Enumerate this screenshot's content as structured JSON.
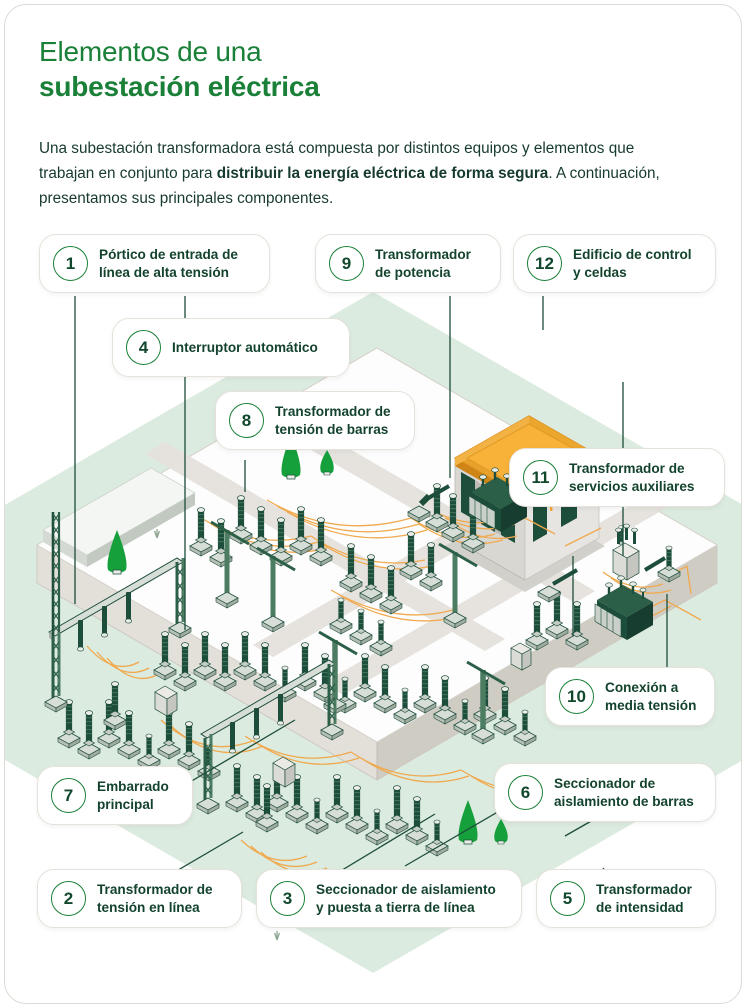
{
  "header": {
    "title_line1": "Elementos de una",
    "title_line2": "subestación eléctrica",
    "title_color": "#1a8038"
  },
  "intro": {
    "part1": "Una subestación transformadora está compuesta por distintos equipos y elementos que trabajan en conjunto para ",
    "bold": "distribuir la energía eléctrica de forma segura",
    "part2": ". A continuación, presentamos sus principales componentes.",
    "text_color": "#163a2c"
  },
  "illustration": {
    "type": "isometric-electrical-substation",
    "ground_color": "#dcebdf",
    "yard_color": "#fdfdfd",
    "road_color": "#e3e0da",
    "equipment_color": "#1d4d3b",
    "metal_color": "#cfd6cf",
    "wire_color": "#f0a94e",
    "tree_color": "#15a03c",
    "building_roof_color": "#f5a72c",
    "building_wall_color": "#e4e3df",
    "building_window_color": "#1d4d3b"
  },
  "callouts": [
    {
      "number": "1",
      "label": "Pórtico de entrada de\nlínea de alta tensión"
    },
    {
      "number": "2",
      "label": "Transformador de\ntensión en línea"
    },
    {
      "number": "3",
      "label": "Seccionador de aislamiento\ny puesta a tierra de línea"
    },
    {
      "number": "4",
      "label": "Interruptor automático"
    },
    {
      "number": "5",
      "label": "Transformador\nde intensidad"
    },
    {
      "number": "6",
      "label": "Seccionador de\naislamiento de barras"
    },
    {
      "number": "7",
      "label": "Embarrado\nprincipal"
    },
    {
      "number": "8",
      "label": "Transformador de\ntensión de barras"
    },
    {
      "number": "9",
      "label": "Transformador\nde potencia"
    },
    {
      "number": "10",
      "label": "Conexión a\nmedia tensión"
    },
    {
      "number": "11",
      "label": "Transformador de\nservicios auxiliares"
    },
    {
      "number": "12",
      "label": "Edificio de control\ny celdas"
    }
  ]
}
